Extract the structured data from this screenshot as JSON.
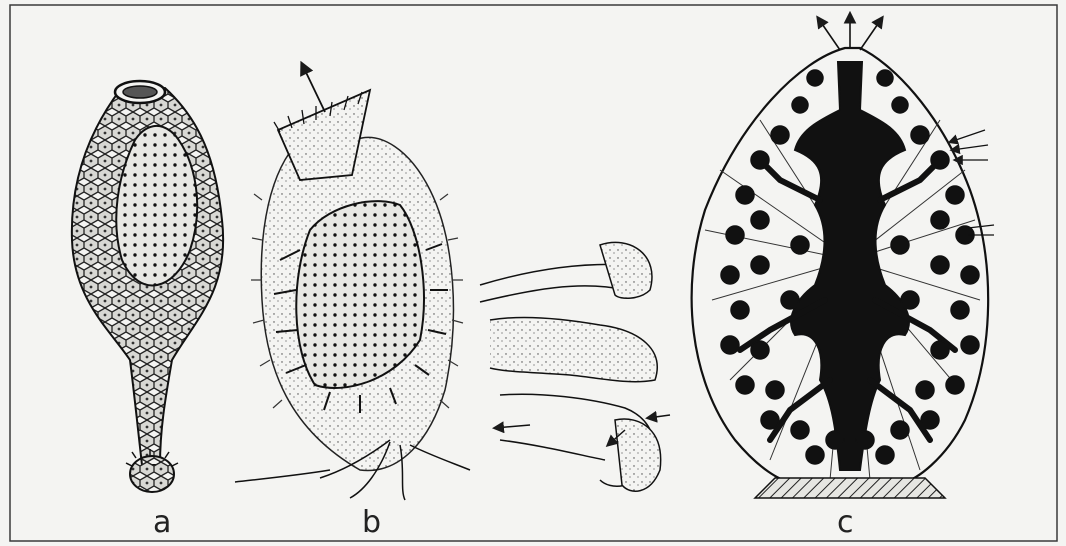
{
  "figure": {
    "labels": {
      "a": "a",
      "b": "b",
      "c": "c"
    },
    "colors": {
      "background": "#f4f4f2",
      "ink": "#1a1a1a",
      "border": "#3a3a3a"
    }
  }
}
